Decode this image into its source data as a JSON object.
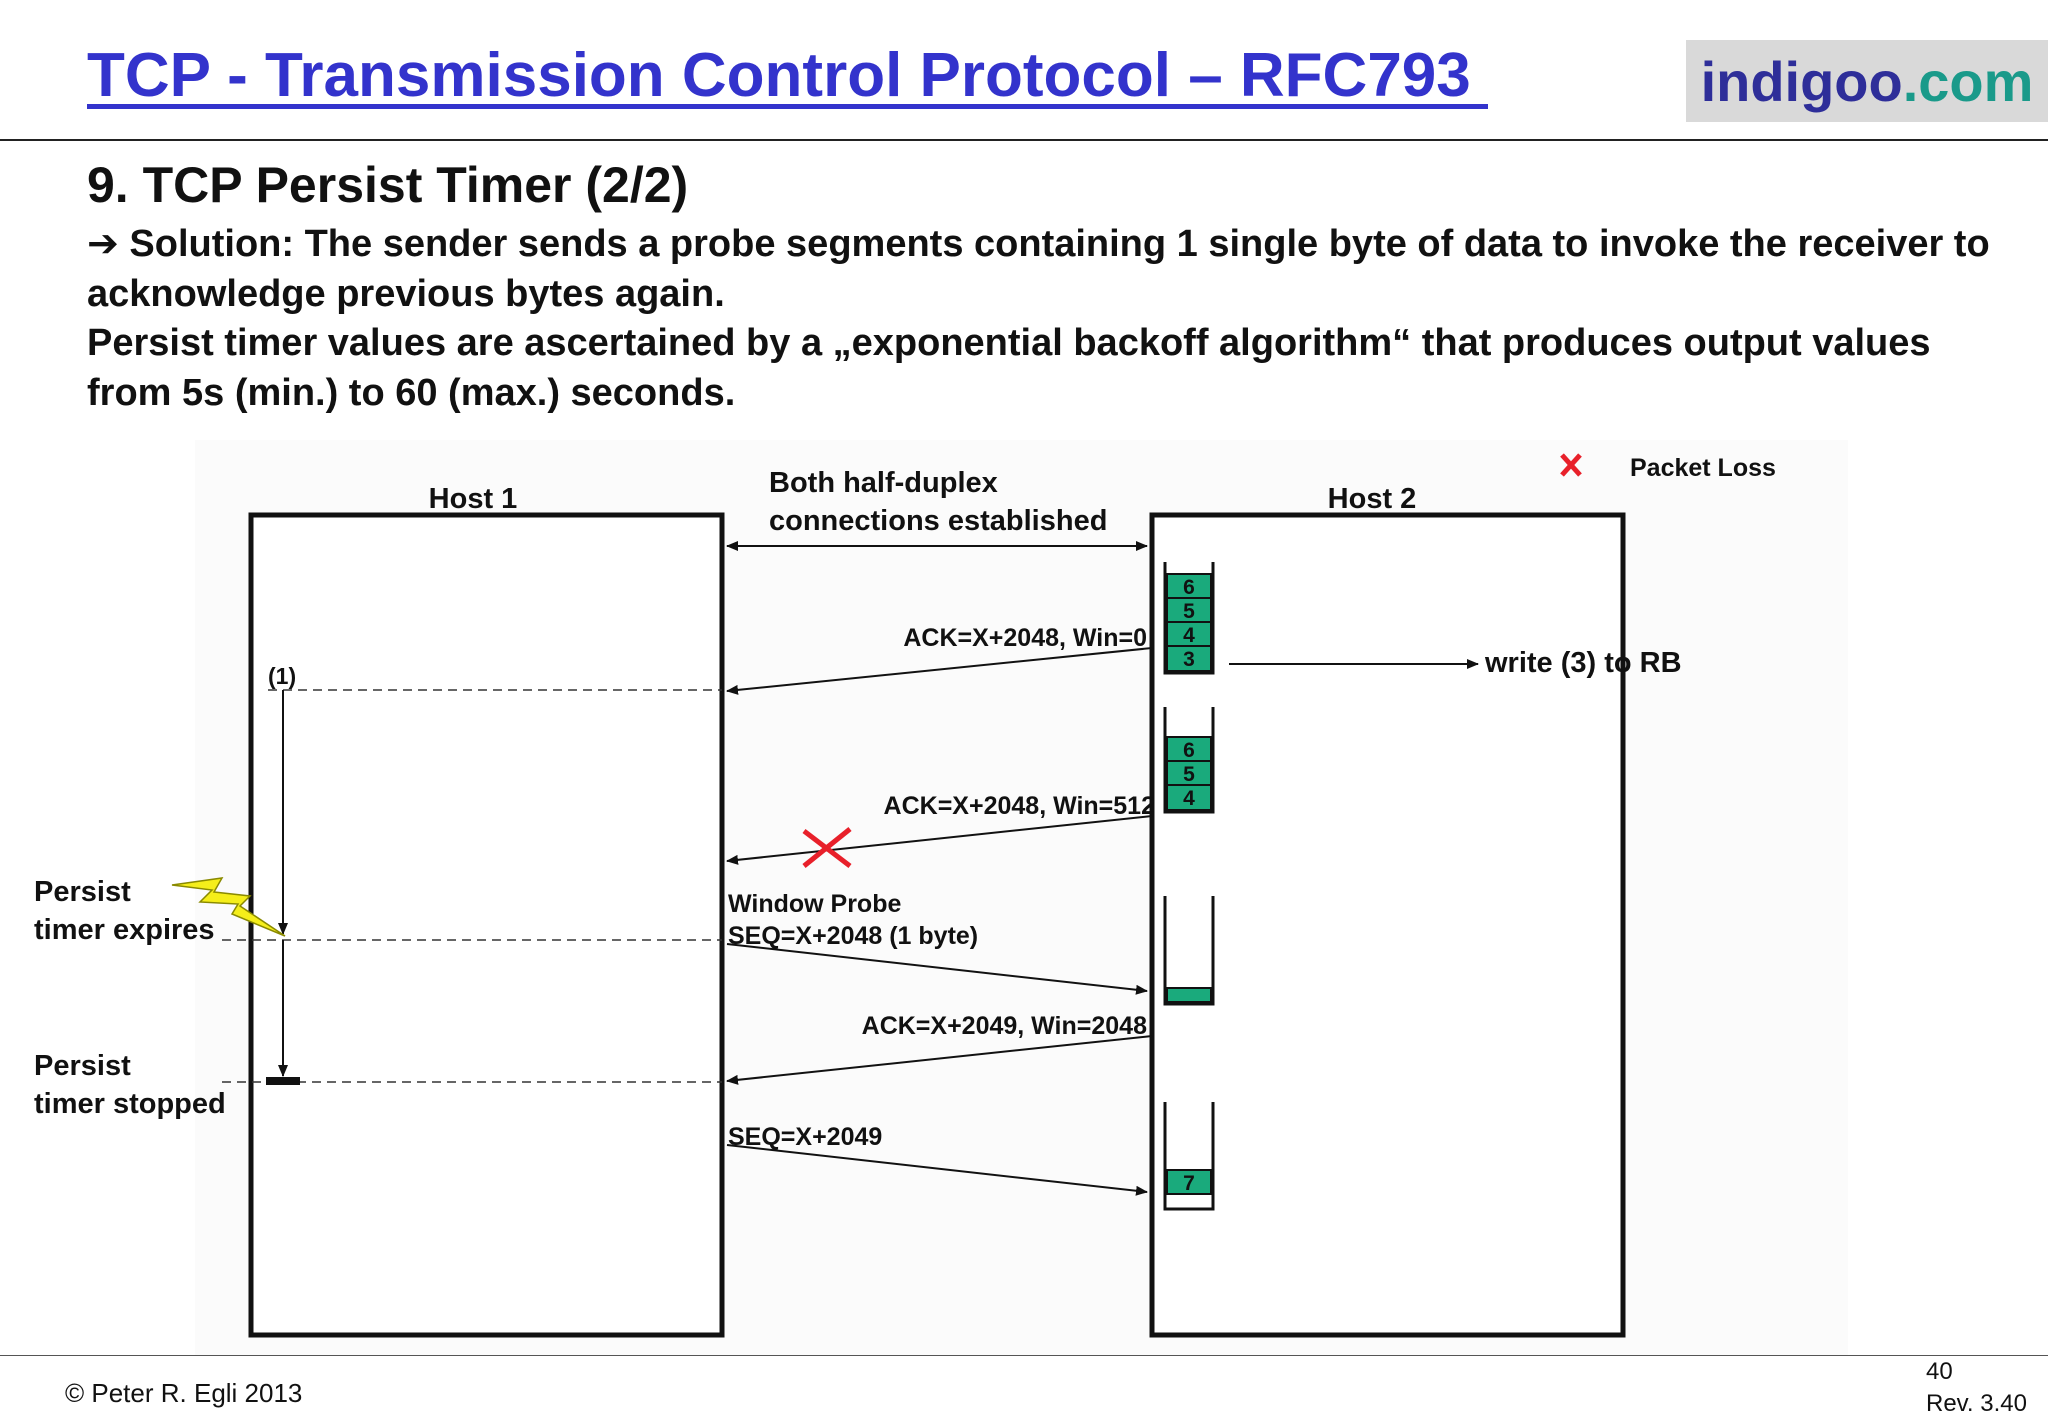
{
  "header": {
    "title": "TCP - Transmission Control Protocol – RFC793 ",
    "brand_part1": "indigoo",
    "brand_part2": ".com"
  },
  "slide": {
    "heading": "9. TCP Persist Timer (2/2)",
    "arrow_icon": "➔",
    "paragraph1": " Solution: The sender sends a probe segments containing 1 single byte of data to invoke the receiver to acknowledge previous bytes again.",
    "paragraph2": "Persist timer values are ascertained by a „exponential backoff algorithm“ that produces output values from 5s (min.) to 60 (max.) seconds."
  },
  "diagram": {
    "host1_label": "Host 1",
    "host2_label": "Host 2",
    "connection_label_line1": "Both half-duplex",
    "connection_label_line2": "connections established",
    "legend_packet_loss": "Packet Loss",
    "msg_ack_win0": "ACK=X+2048, Win=0",
    "msg_ack_win512": "ACK=X+2048, Win=512",
    "msg_window_probe_line1": "Window Probe",
    "msg_window_probe_line2": "SEQ=X+2048 (1 byte)",
    "msg_ack_win2048": "ACK=X+2049, Win=2048",
    "msg_seq2049": "SEQ=X+2049",
    "write_label": "write (3) to RB",
    "marker_1": "(1)",
    "persist_expires_line1": "Persist",
    "persist_expires_line2": "timer expires",
    "persist_stopped_line1": "Persist",
    "persist_stopped_line2": "timer stopped",
    "buffer1_cells": [
      "6",
      "5",
      "4",
      "3"
    ],
    "buffer2_cells": [
      "6",
      "5",
      "4"
    ],
    "buffer4_cells": [
      "7"
    ],
    "buffer_color": "#1aaa7c",
    "loss_color": "#e8202a",
    "lightning_color": "#f5ee1a"
  },
  "footer": {
    "copyright": "© Peter R. Egli 2013",
    "page_number": "40",
    "revision": "Rev. 3.40"
  }
}
